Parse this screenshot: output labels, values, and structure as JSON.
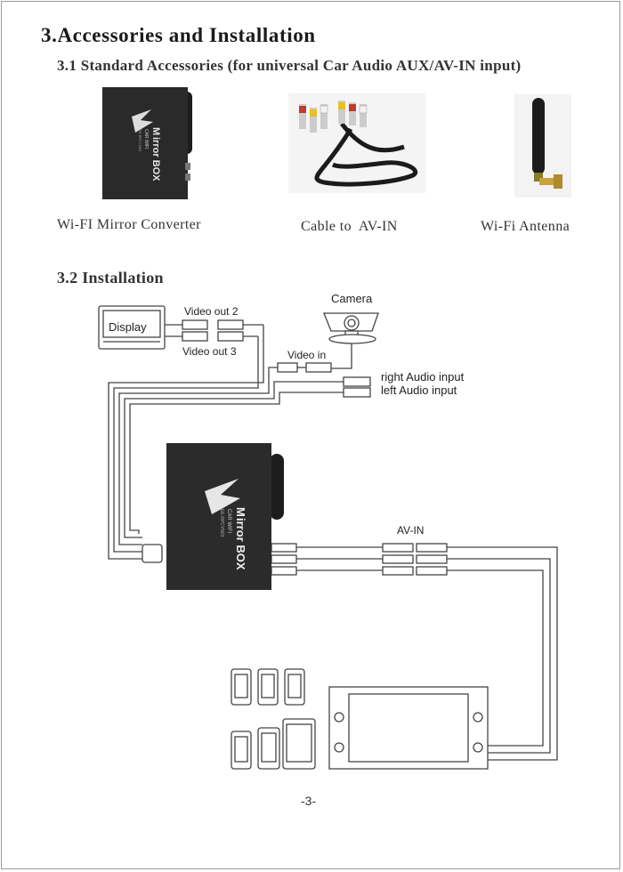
{
  "heading": "3.Accessories and Installation",
  "section_accessories": "3.1 Standard Accessories (for universal Car Audio AUX/AV-IN input)",
  "accessories": [
    {
      "caption": "Wi-FI Mirror Converter",
      "icon": "mirror-box-photo",
      "brand": "irror BOX",
      "brand_initial": "M",
      "model_line1": "CAR WIFI",
      "model_line2": "EE-RPCYN03"
    },
    {
      "caption": "Cable to  AV-IN",
      "icon": "rca-cable-photo"
    },
    {
      "caption": "Wi-Fi Antenna",
      "icon": "antenna-photo"
    }
  ],
  "section_installation": "3.2 Installation",
  "diagram": {
    "display_label": "Display",
    "video_out_2": "Video out 2",
    "video_out_3": "Video out 3",
    "camera_label": "Camera",
    "video_in": "Video in",
    "right_audio": "right Audio input",
    "left_audio": "left Audio input",
    "av_in": "AV-IN",
    "box_brand": "irror BOX",
    "box_brand_initial": "M",
    "box_model_line1": "CAR WIFI",
    "box_model_line2": "EE-RPCYN03"
  },
  "page_number": "-3-",
  "colors": {
    "box": "#2b2b2b",
    "line": "#444444",
    "rca_red": "#c23a2c",
    "rca_yellow": "#e8c020",
    "antenna_gold": "#c9a23a"
  }
}
